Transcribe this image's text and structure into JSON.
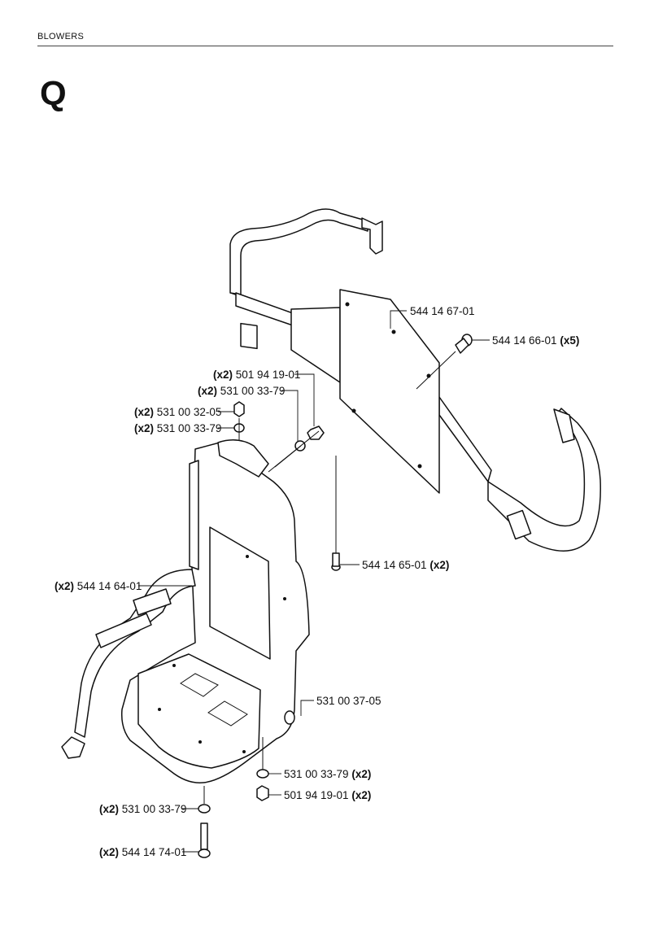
{
  "header": {
    "section_title": "BLOWERS"
  },
  "page": {
    "section_letter": "Q"
  },
  "callouts": {
    "plate": {
      "part": "544 14 67-01"
    },
    "plate_screw": {
      "part": "544 14 66-01",
      "qty": "(x5)"
    },
    "upper_nut": {
      "qty": "(x2)",
      "part": "501 94 19-01"
    },
    "upper_washer": {
      "qty": "(x2)",
      "part": "531 00 33-79"
    },
    "left_nut": {
      "qty": "(x2)",
      "part": "531 00 32-05"
    },
    "left_washer": {
      "qty": "(x2)",
      "part": "531 00 33-79"
    },
    "mid_screw": {
      "part": "544 14 65-01",
      "qty": "(x2)"
    },
    "belt": {
      "qty": "(x2)",
      "part": "544 14 64-01"
    },
    "frame": {
      "part": "531 00 37-05"
    },
    "lower_washer_r": {
      "part": "531 00 33-79",
      "qty": "(x2)"
    },
    "lower_nut_r": {
      "part": "501 94 19-01",
      "qty": "(x2)"
    },
    "lower_washer_l": {
      "qty": "(x2)",
      "part": "531 00 33-79"
    },
    "lower_screw_l": {
      "qty": "(x2)",
      "part": "544 14 74-01"
    }
  }
}
